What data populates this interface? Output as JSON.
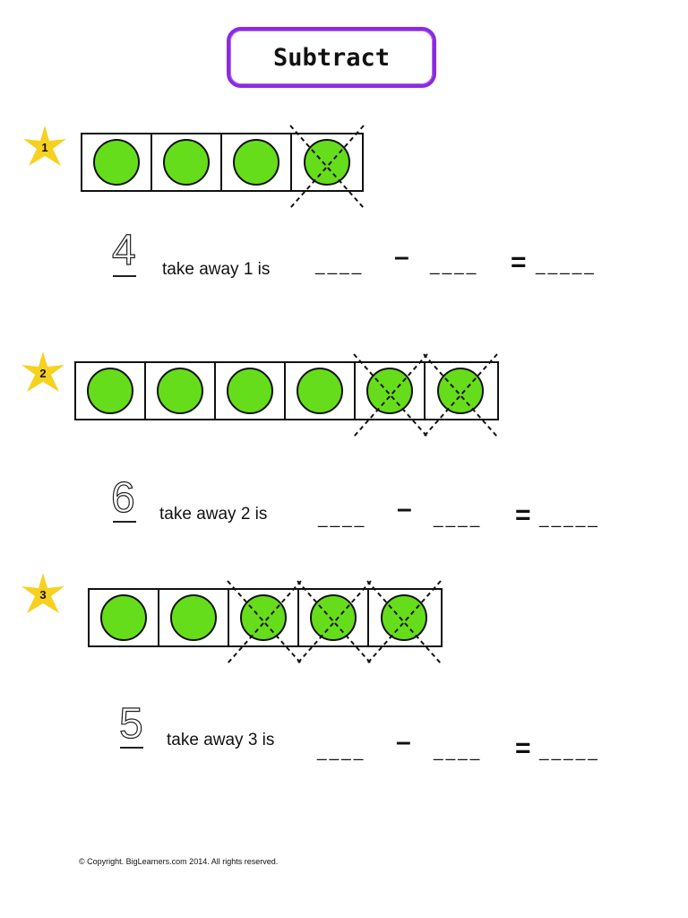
{
  "title": "Subtract",
  "problems": [
    {
      "number": "1",
      "traced_digit": "4",
      "prompt": "take away 1 is",
      "blank": "____",
      "blank_result": "_____",
      "minus": "–",
      "equals": "=",
      "total": 4,
      "crossed": 1
    },
    {
      "number": "2",
      "traced_digit": "6",
      "prompt": "take away 2 is",
      "blank": "____",
      "blank_result": "_____",
      "minus": "–",
      "equals": "=",
      "total": 6,
      "crossed": 2
    },
    {
      "number": "3",
      "traced_digit": "5",
      "prompt": "take away 3 is",
      "blank": "____",
      "blank_result": "_____",
      "minus": "–",
      "equals": "=",
      "total": 5,
      "crossed": 3
    }
  ],
  "colors": {
    "title_border": "#8a2be2",
    "star": "#f6d21f",
    "counter": "#66dd1a"
  },
  "copyright": "© Copyright. BigLearners.com 2014. All rights reserved."
}
